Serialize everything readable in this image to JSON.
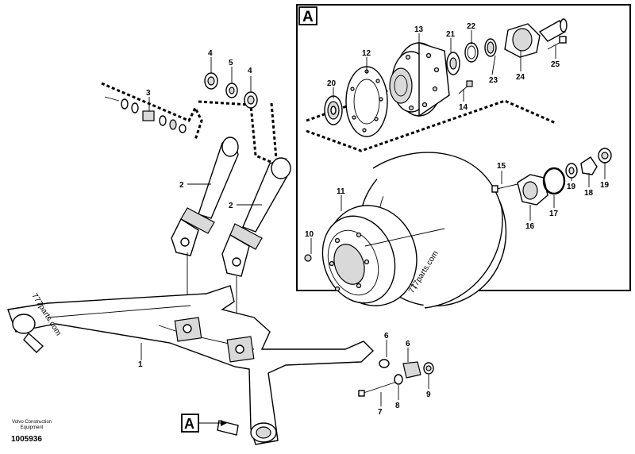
{
  "detail_label": "A",
  "detail_ref_label": "A",
  "callouts": {
    "c1": "1",
    "c2a": "2",
    "c2b": "2",
    "c3": "3",
    "c4a": "4",
    "c4b": "4",
    "c5": "5",
    "c6a": "6",
    "c6b": "6",
    "c7": "7",
    "c8": "8",
    "c9": "9",
    "c10": "10",
    "c11": "11",
    "c12": "12",
    "c13": "13",
    "c14": "14",
    "c15": "15",
    "c16": "16",
    "c17": "17",
    "c18": "18",
    "c19a": "19",
    "c19b": "19",
    "c20": "20",
    "c21": "21",
    "c22": "22",
    "c23": "23",
    "c24": "24",
    "c25": "25"
  },
  "watermarks": {
    "left": "777parts.com",
    "right": "777parts.com"
  },
  "credit": {
    "brand": "Volvo Construction Equipment",
    "doc_number": "1005936"
  }
}
